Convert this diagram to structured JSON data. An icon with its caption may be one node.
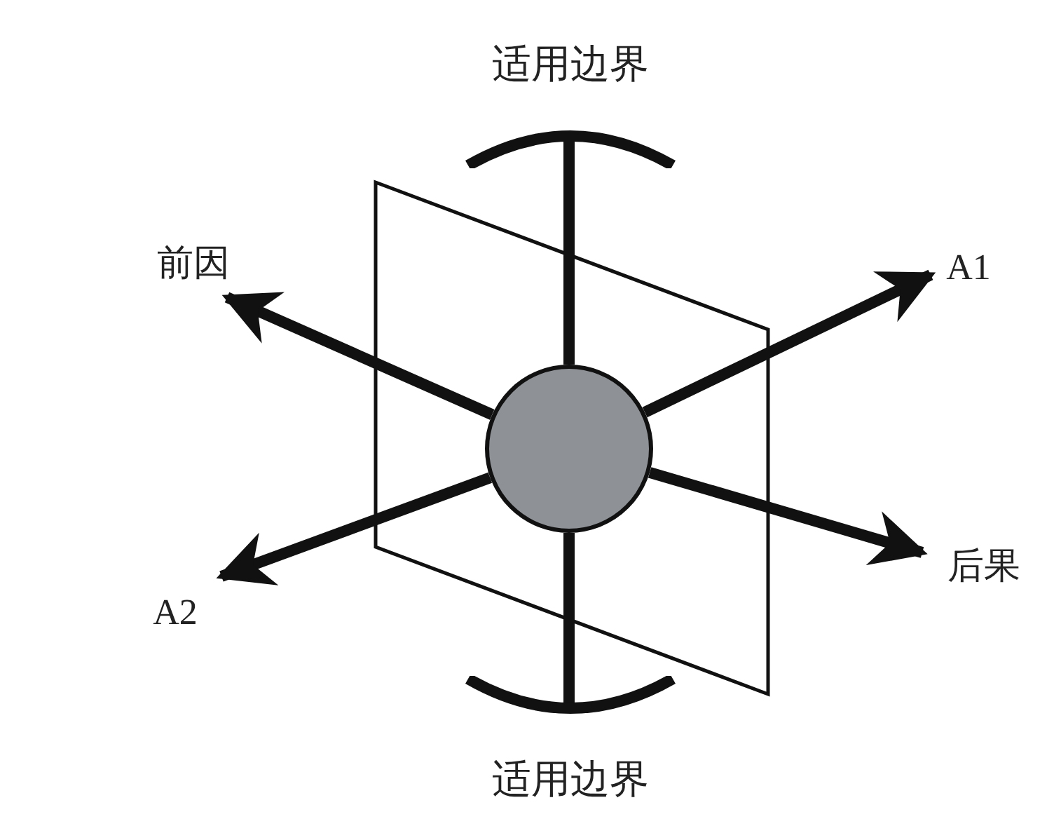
{
  "diagram": {
    "nodes": [
      {
        "text": [],
        "shape": "circle"
      },
      {
        "text": [
          "前因"
        ]
      },
      {
        "text": [
          "A1"
        ]
      },
      {
        "text": [
          "后果"
        ]
      },
      {
        "text": [
          "A2"
        ]
      },
      {
        "text": [
          "适用边界"
        ]
      },
      {
        "text": [
          "适用边界"
        ]
      }
    ],
    "edges": [
      {
        "from": 0,
        "to": 1,
        "arrow": "to"
      },
      {
        "from": 0,
        "to": 2,
        "arrow": "to"
      },
      {
        "from": 0,
        "to": 3,
        "arrow": "to"
      },
      {
        "from": 0,
        "to": 4,
        "arrow": "to"
      },
      {
        "from": 0,
        "to": 5,
        "arrow": "none"
      },
      {
        "from": 0,
        "to": 6,
        "arrow": "none"
      }
    ]
  }
}
